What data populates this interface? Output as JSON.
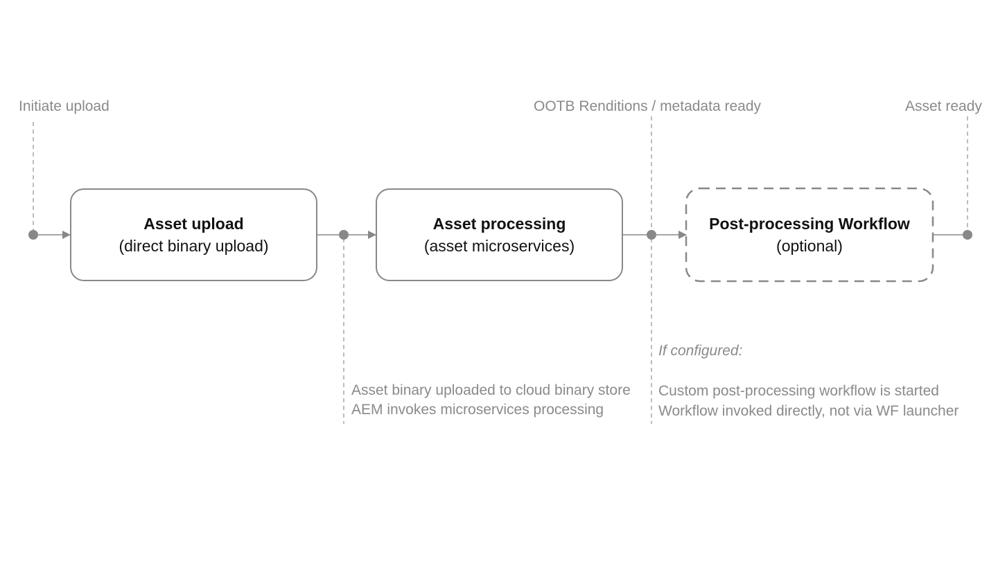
{
  "milestones": {
    "initiate": "Initiate upload",
    "renditions": "OOTB Renditions / metadata ready",
    "ready": "Asset ready"
  },
  "boxes": {
    "upload": {
      "title": "Asset upload",
      "subtitle": "(direct binary upload)"
    },
    "processing": {
      "title": "Asset processing",
      "subtitle": "(asset microservices)"
    },
    "workflow": {
      "title": "Post-processing Workflow",
      "subtitle": "(optional)"
    }
  },
  "notes": {
    "processing": [
      "Asset binary uploaded to cloud binary store",
      "AEM invokes microservices processing"
    ],
    "workflow_header": "If configured:",
    "workflow": [
      "Custom post-processing workflow is started",
      "Workflow invoked directly, not via WF launcher"
    ]
  },
  "colors": {
    "line": "#888888",
    "text_muted": "#8a8a8a",
    "text": "#111111"
  }
}
